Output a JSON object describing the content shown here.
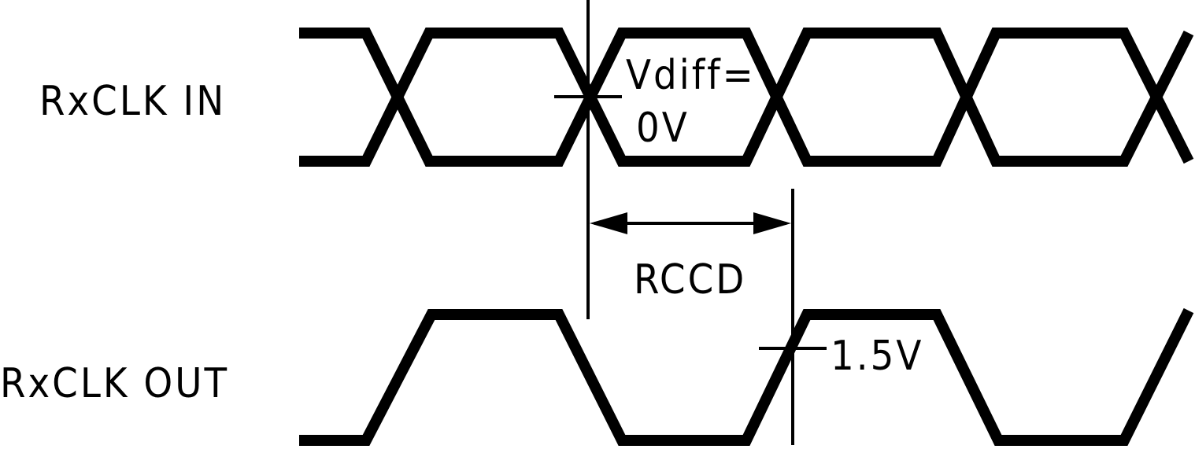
{
  "signals": {
    "input_label": "RxCLK IN",
    "output_label": "RxCLK OUT"
  },
  "annotations": {
    "vdiff_line1": "Vdiff=",
    "vdiff_line2": "0V",
    "delay_label": "RCCD",
    "threshold_label": "1.5V"
  }
}
